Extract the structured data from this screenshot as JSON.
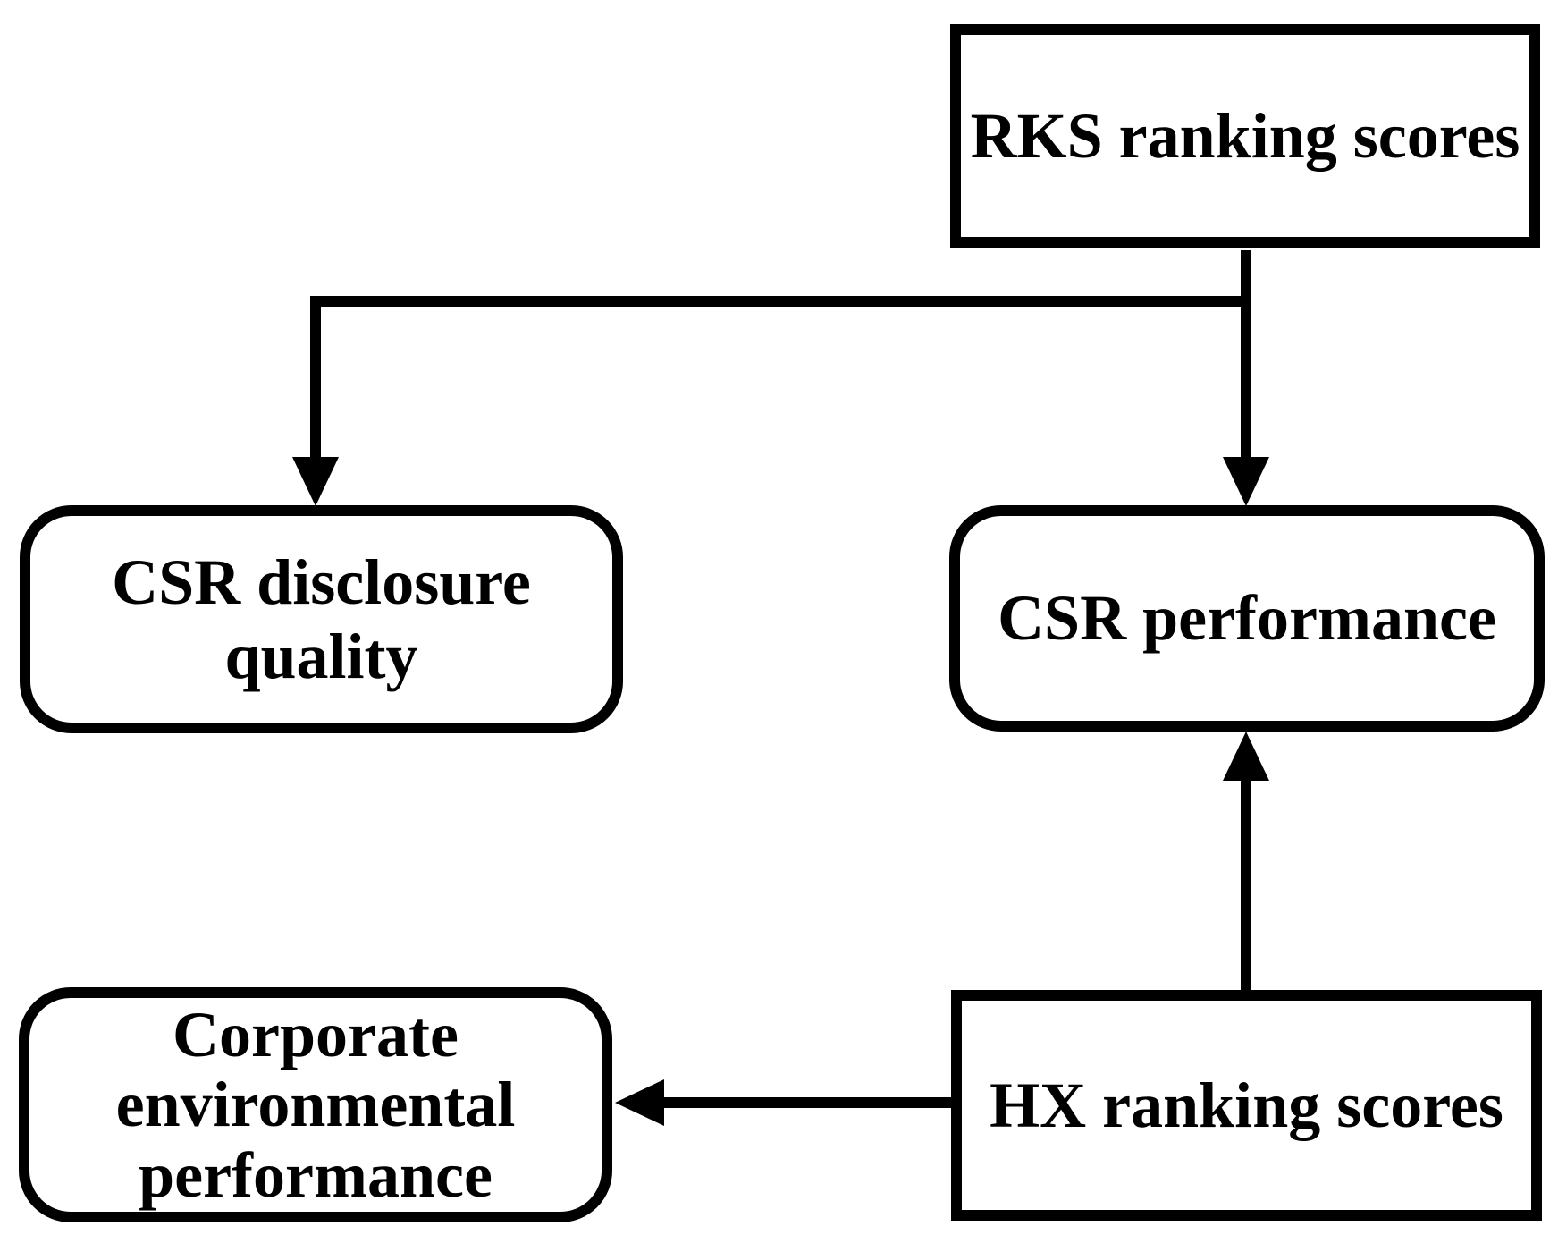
{
  "diagram": {
    "type": "flowchart",
    "background_color": "#ffffff",
    "stroke_color": "#000000",
    "text_color": "#000000",
    "nodes": {
      "rks": {
        "label": "RKS ranking scores",
        "shape": "rectangle"
      },
      "csr_disclosure": {
        "label": "CSR disclosure quality",
        "shape": "rounded-rectangle"
      },
      "csr_performance": {
        "label": "CSR performance",
        "shape": "rounded-rectangle"
      },
      "corporate_environmental": {
        "label": "Corporate environmental performance",
        "shape": "rounded-rectangle"
      },
      "hx": {
        "label": "HX ranking scores",
        "shape": "rectangle"
      }
    },
    "edges": [
      {
        "from": "RKS ranking scores",
        "to": "CSR disclosure quality",
        "style": "solid",
        "arrowhead": "filled-triangle"
      },
      {
        "from": "RKS ranking scores",
        "to": "CSR performance",
        "style": "solid",
        "arrowhead": "filled-triangle"
      },
      {
        "from": "HX ranking scores",
        "to": "CSR performance",
        "style": "solid",
        "arrowhead": "filled-triangle"
      },
      {
        "from": "HX ranking scores",
        "to": "Corporate environmental performance",
        "style": "solid",
        "arrowhead": "filled-triangle"
      }
    ]
  }
}
